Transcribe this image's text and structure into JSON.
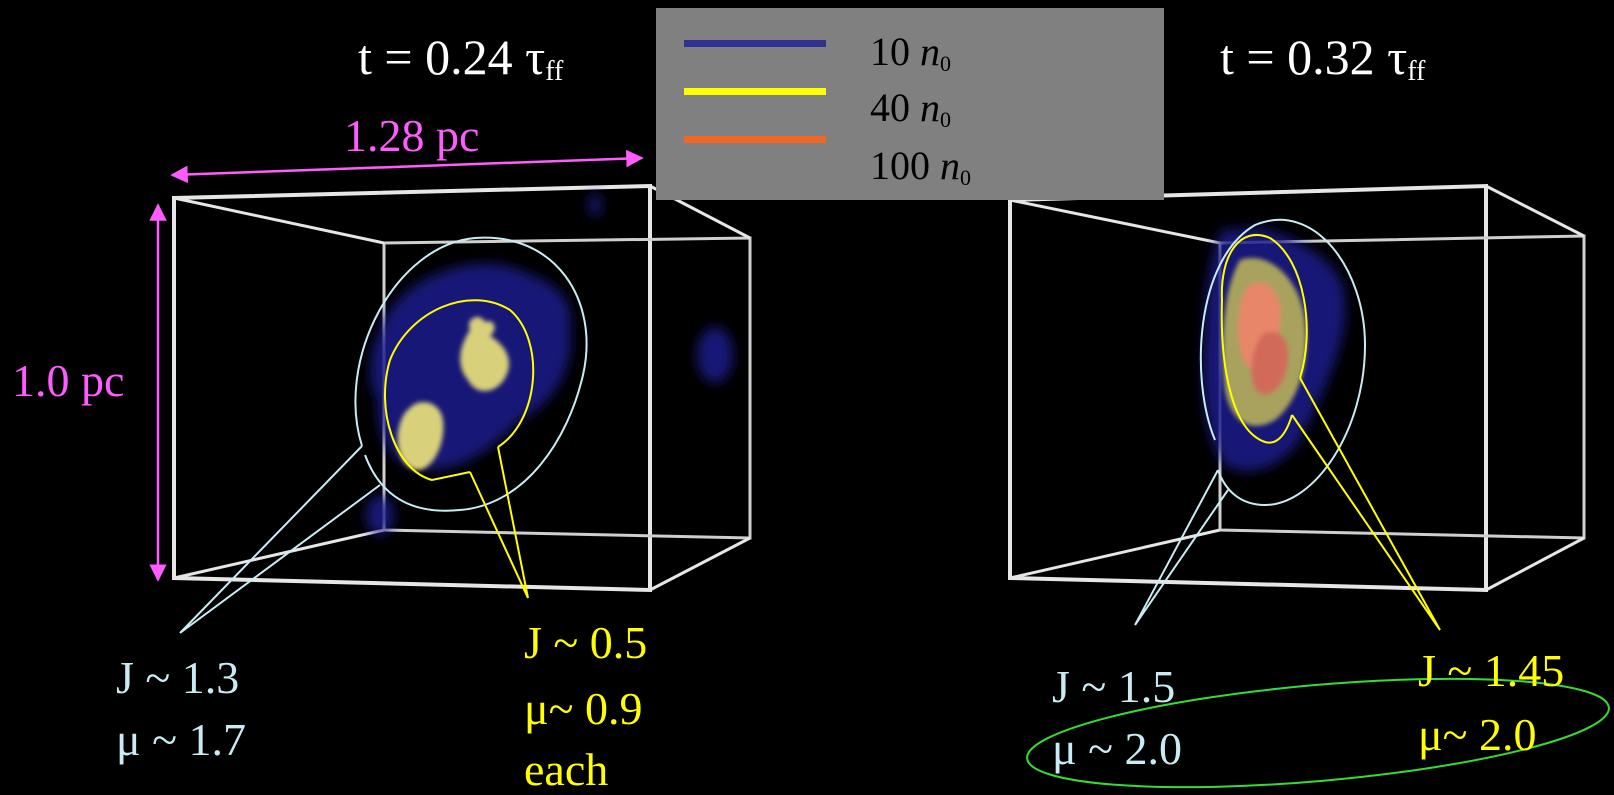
{
  "titles": {
    "left": {
      "prefix": "t = 0.24 ",
      "symbol": "τ",
      "sub": "ff"
    },
    "right": {
      "prefix": "t = 0.32 ",
      "symbol": "τ",
      "sub": "ff"
    }
  },
  "dimensions": {
    "width": "1.28 pc",
    "height": "1.0 pc"
  },
  "legend": {
    "entries": [
      {
        "value": "10",
        "symbol": "n",
        "sub": "0",
        "color": "#2e3192"
      },
      {
        "value": "40",
        "symbol": "n",
        "sub": "0",
        "color": "#ffff00"
      },
      {
        "value": "100",
        "symbol": "n",
        "sub": "0",
        "color": "#f26522"
      }
    ]
  },
  "left_annotations": {
    "outer": {
      "j": "J ~ 1.3",
      "mu": "μ ~ 1.7"
    },
    "inner": {
      "j": "J ~ 0.5",
      "mu": "μ~ 0.9",
      "extra": "each"
    }
  },
  "right_annotations": {
    "outer": {
      "j": "J ~ 1.5",
      "mu": "μ ~ 2.0"
    },
    "inner": {
      "j": "J ~ 1.45",
      "mu": "μ~ 2.0"
    }
  },
  "colors": {
    "background": "#000000",
    "box": "#e6e6e6",
    "pink": "#ff5cff",
    "cyan_outline": "#c9ecf4",
    "yellow_outline": "#ffff00",
    "green_outline": "#33dd33",
    "density_blue": "#1c1f8c",
    "density_yellow": "#d8d07a",
    "density_orange": "#e8866a"
  }
}
